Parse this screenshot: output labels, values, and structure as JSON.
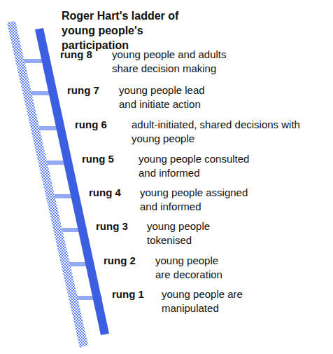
{
  "diagram": {
    "title": "Roger Hart's ladder of young people's participation",
    "labels": [
      "rung 8",
      "young people and adults share decision making",
      "rung 7",
      "young people lead and initiate action",
      "rung 6",
      "adult-initiated, shared decisions with young people",
      "rung 5",
      "young people consulted and informed",
      "rung 4",
      "young people assigned and informed",
      "rung 3",
      "young people tokenised",
      "rung 2",
      "young people are decoration",
      "rung 1",
      "young people are manipulated"
    ]
  }
}
